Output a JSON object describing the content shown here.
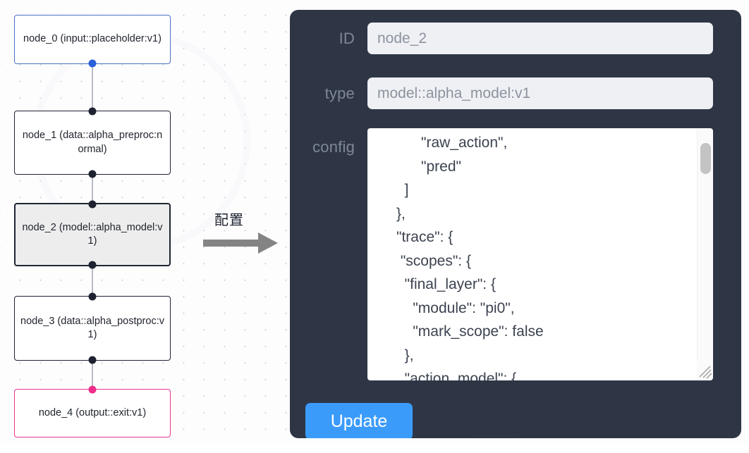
{
  "canvas": {
    "background_color": "#fdfdfe",
    "dot_color": "#d8d8dd",
    "edge_color": "#b9bcc4"
  },
  "graph": {
    "nodes": [
      {
        "id": "node_0",
        "title": "node_0",
        "subtitle": "(input::placeholder:v1)",
        "label": "node_0\n(input::placeholder:v1)",
        "border_color": "#4a72c4",
        "state": "normal",
        "handle_color": "#2b5fd9"
      },
      {
        "id": "node_1",
        "title": "node_1",
        "subtitle": "(data::alpha_preproc:normal)",
        "label": "node_1\n(data::alpha_preproc:normal)",
        "border_color": "#1f2533",
        "state": "normal",
        "handle_color": "#1e2230"
      },
      {
        "id": "node_2",
        "title": "node_2",
        "subtitle": "(model::alpha_model:v1)",
        "label": "node_2\n(model::alpha_model:v1)",
        "border_color": "#1f2533",
        "state": "selected",
        "handle_color": "#1e2230"
      },
      {
        "id": "node_3",
        "title": "node_3",
        "subtitle": "(data::alpha_postproc:v1)",
        "label": "node_3\n(data::alpha_postproc:v1)",
        "border_color": "#1f2533",
        "state": "normal",
        "handle_color": "#1e2230"
      },
      {
        "id": "node_4",
        "title": "node_4",
        "subtitle": "(output::exit:v1)",
        "label": "node_4\n(output::exit:v1)",
        "border_color": "#e8368f",
        "state": "normal",
        "handle_color": "#ef2d8b"
      }
    ]
  },
  "annotation": {
    "caption": "配置",
    "arrow_color": "#808080"
  },
  "panel": {
    "background_color": "#2e3646",
    "accent_color": "#3b9bfb",
    "fields": {
      "id": {
        "label": "ID",
        "value": "node_2",
        "placeholder": "node_2"
      },
      "type": {
        "label": "type",
        "value": "model::alpha_model:v1",
        "placeholder": "model::alpha_model:v1"
      },
      "config": {
        "label": "config",
        "value": "            \"raw_action\",\n            \"pred\"\n        ]\n      },\n      \"trace\": {\n       \"scopes\": {\n        \"final_layer\": {\n          \"module\": \"pi0\",\n          \"mark_scope\": false\n        },\n        \"action_model\": {",
        "scroll_position": "middle"
      }
    },
    "update_button": {
      "label": "Update"
    }
  }
}
